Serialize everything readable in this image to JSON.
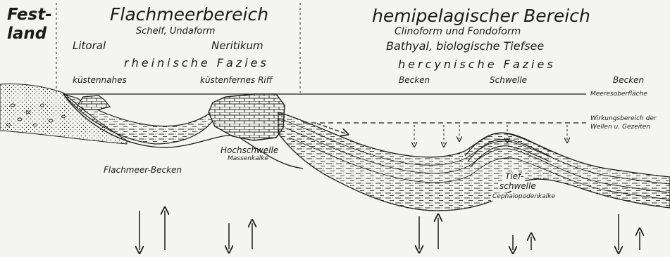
{
  "regions": {
    "festland": {
      "line1": "Fest-",
      "line2": "land"
    },
    "flachmeer": {
      "title": "Flachmeerbereich",
      "subtitle": "Schelf, Undaform",
      "litoral": "Litoral",
      "neritikum": "Neritikum",
      "fazies": "rheinische Fazies",
      "kuestennahes": "küstennahes",
      "riff": "küstenfernes Riff"
    },
    "hemipelagisch": {
      "title": "hemipelagischer Bereich",
      "subtitle": "Clinoform und Fondoform",
      "bathyal": "Bathyal, biologische Tiefsee",
      "fazies": "hercynische Fazies",
      "becken1": "Becken",
      "schwelle": "Schwelle",
      "becken2": "Becken"
    }
  },
  "annotations": {
    "meeresoberflaeche": "Meeresoberfläche",
    "wirkung_line1": "Wirkungsbereich der",
    "wirkung_line2": "Wellen u. Gezeiten",
    "flachmeer_becken": "Flachmeer-Becken",
    "hochschwelle": "Hochschwelle",
    "massenkalke": "Massenkalke",
    "tief": "Tief-",
    "schwelle": "schwelle",
    "cephalopodenkalke": "Cephalopodenkalke"
  },
  "colors": {
    "ink": "#1b1b1b",
    "paper": "#f4f4f1"
  }
}
